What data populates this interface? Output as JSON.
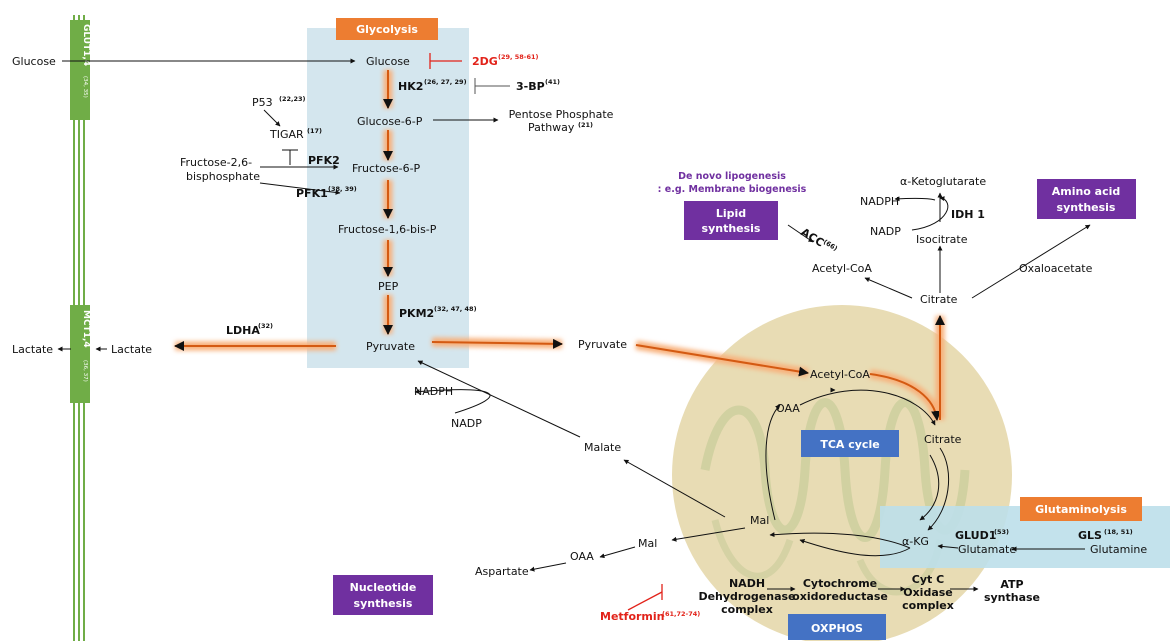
{
  "section_titles": {
    "glycolysis": "Glycolysis",
    "tca_cycle": "TCA cycle",
    "glutaminolysis": "Glutaminolysis",
    "oxphos": "OXPHOS"
  },
  "transporters": {
    "glut": {
      "name": "GLUT1,4",
      "ref": "(34, 35)"
    },
    "mct": {
      "name": "MCT1,4",
      "ref": "(36, 37)"
    }
  },
  "metabolites": {
    "glucose_out": "Glucose",
    "glucose": "Glucose",
    "glucose_6_p": "Glucose-6-P",
    "pentose_phosphate": [
      "Pentose Phosphate",
      "Pathway"
    ],
    "pentose_ref": "(21)",
    "p53": "P53",
    "p53_ref": "(22,23)",
    "tigar": "TIGAR",
    "tigar_ref": "(17)",
    "fructose_26": [
      "Fructose-2,6-",
      "bisphosphate"
    ],
    "fructose_6_p": "Fructose-6-P",
    "fructose_16": "Fructose-1,6-bis-P",
    "pep": "PEP",
    "pyruvate_glyc": "Pyruvate",
    "pyruvate_mito": "Pyruvate",
    "lactate_in": "Lactate",
    "lactate_out": "Lactate",
    "nadph": "NADPH",
    "nadp": "NADP",
    "malate": "Malate",
    "acetyl_coa_mito": "Acetyl-CoA",
    "oaa_mito": "OAA",
    "citrate_mito": "Citrate",
    "alpha_kg_mito": "α-KG",
    "mal_mito": "Mal",
    "mal_cyto": "Mal",
    "oaa_cyto": "OAA",
    "aspartate": "Aspartate",
    "glutamate": "Glutamate",
    "glutamine": "Glutamine",
    "citrate_cyto": "Citrate",
    "acetyl_coa_cyto": "Acetyl-CoA",
    "oxaloacetate": "Oxaloacetate",
    "isocitrate": "Isocitrate",
    "nadp_right": "NADP",
    "nadph_right": "NADPH",
    "alpha_ketoglutarate": "α-Ketoglutarate"
  },
  "enzymes": {
    "hk2": {
      "name": "HK2",
      "ref": "(26, 27, 29)"
    },
    "pfk2": {
      "name": "PFK2"
    },
    "pfk1": {
      "name": "PFK1",
      "ref": "(38, 39)"
    },
    "pkm2": {
      "name": "PKM2",
      "ref": "(32, 47, 48)"
    },
    "ldha": {
      "name": "LDHA",
      "ref": "(32)"
    },
    "acc": {
      "name": "ACC",
      "ref": "(66)"
    },
    "idh1": {
      "name": "IDH 1"
    },
    "glud1": {
      "name": "GLUD1",
      "ref": "(53)"
    },
    "gls": {
      "name": "GLS",
      "ref": "(18, 51)"
    }
  },
  "inhibitors": {
    "dg2": {
      "name": "2DG",
      "ref": "(29, 58-61)"
    },
    "bp3": {
      "name": "3-BP",
      "ref": "(41)"
    },
    "metformin": {
      "name": "Metformin",
      "ref": "(61,72-74)"
    }
  },
  "complexes": {
    "complex1": [
      "NADH",
      "Dehydrogenase",
      "complex"
    ],
    "cytochrome": [
      "Cytochrome",
      "oxidoreductase"
    ],
    "cytc": [
      "Cyt C",
      "Oxidase",
      "complex"
    ],
    "atp": [
      "ATP",
      "synthase"
    ]
  },
  "outputs": {
    "lipid": [
      "Lipid",
      "synthesis"
    ],
    "amino": [
      "Amino acid",
      "synthesis"
    ],
    "nucleotide": [
      "Nucleotide",
      "synthesis"
    ],
    "lipogenesis_note": [
      "De novo lipogenesis",
      ": e.g. Membrane biogenesis"
    ]
  },
  "colors": {
    "glycolysis_bg": "#d4e6ee",
    "glutaminolysis_bg": "#bcdfea",
    "mitochondrion": "#e8dcb4",
    "orange": "#ed7d31",
    "glow": "#f8b07a",
    "purple": "#7030a0",
    "blue": "#4472c4",
    "membrane_green": "#70ad47",
    "inhibitor_red": "#e2231a"
  }
}
